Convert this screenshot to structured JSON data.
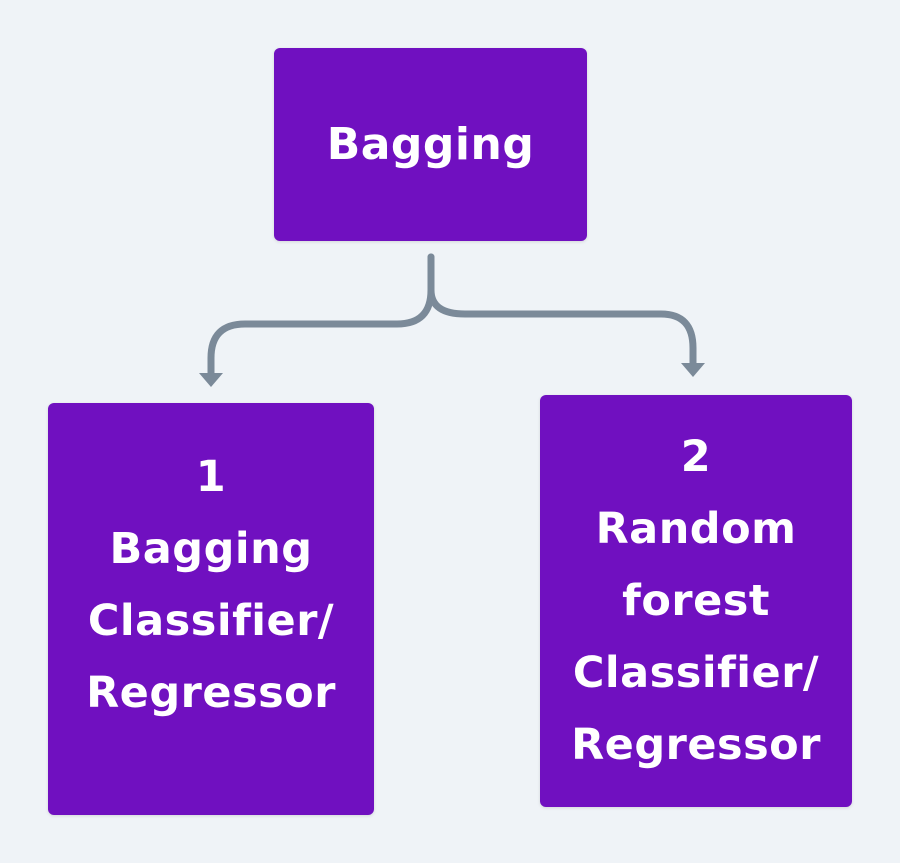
{
  "diagram": {
    "root": {
      "label": "Bagging"
    },
    "children": [
      {
        "number": "1",
        "lines": [
          "Bagging",
          "Classifier/",
          "Regressor"
        ]
      },
      {
        "number": "2",
        "lines": [
          "Random",
          "forest",
          "Classifier/",
          "Regressor"
        ]
      }
    ],
    "colors": {
      "background": "#eff3f7",
      "node_fill": "#7010c0",
      "node_text": "#ffffff",
      "connector": "#7b8a99"
    }
  }
}
